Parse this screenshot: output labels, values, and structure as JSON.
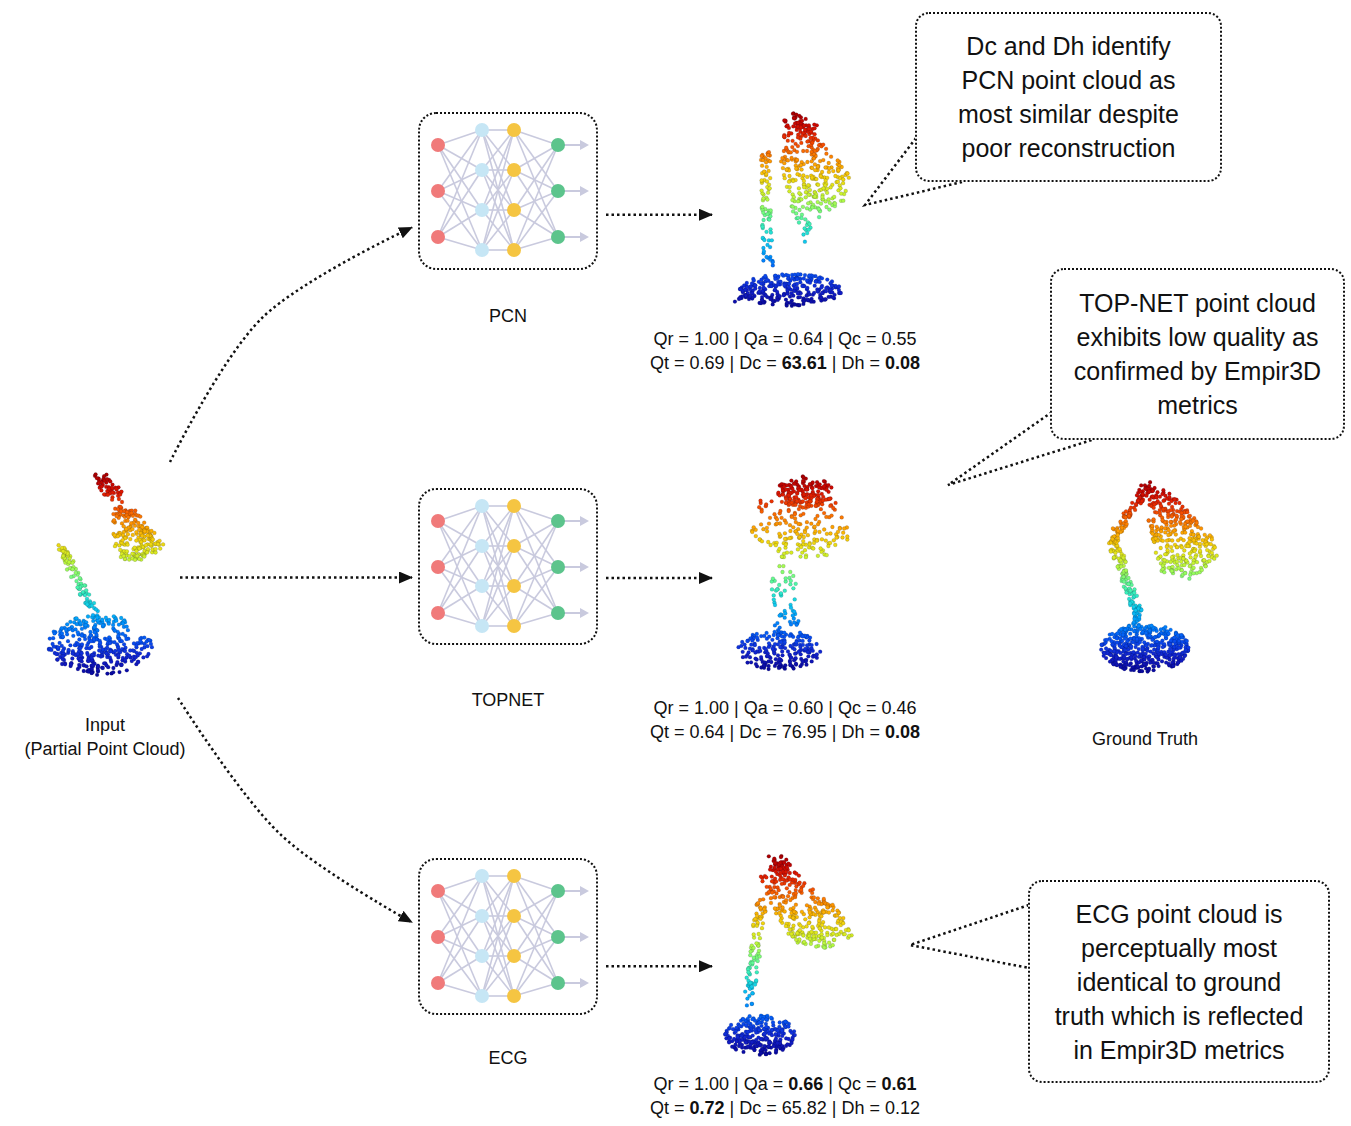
{
  "diagram": {
    "nodes": [
      {
        "text": [
          "Input (Partial Point Cloud)"
        ]
      },
      {
        "text": [
          "PCN"
        ]
      },
      {
        "text": [
          "Qr = 1.00 | Qa = 0.64 | Qc = 0.55",
          "Qt = 0.69 | Dc = 63.61 | Dh = 0.08"
        ]
      },
      {
        "text": [
          "Dc and Dh identify PCN point cloud as most similar despite poor reconstruction"
        ]
      },
      {
        "text": [
          "TOP-NET point cloud exhibits low quality as confirmed by Empir3D metrics"
        ]
      },
      {
        "text": [
          "TOPNET"
        ]
      },
      {
        "text": [
          "Qr = 1.00 | Qa = 0.60 | Qc = 0.46",
          "Qt = 0.64 | Dc = 76.95 | Dh = 0.08"
        ]
      },
      {
        "text": [
          "Ground Truth"
        ]
      },
      {
        "text": [
          "ECG"
        ]
      },
      {
        "text": [
          "Qr = 1.00 | Qa = 0.66 | Qc = 0.61",
          "Qt = 0.72 | Dc = 65.82 | Dh = 0.12"
        ]
      },
      {
        "text": [
          "ECG point cloud is perceptually most identical to ground truth which is reflected in Empir3D metrics"
        ]
      }
    ],
    "edges": [
      {
        "from": 0,
        "to": 1,
        "arrow": "to"
      },
      {
        "from": 0,
        "to": 5,
        "arrow": "to"
      },
      {
        "from": 0,
        "to": 8,
        "arrow": "to"
      },
      {
        "from": 1,
        "to": 2,
        "arrow": "to"
      },
      {
        "from": 5,
        "to": 6,
        "arrow": "to"
      },
      {
        "from": 8,
        "to": 9,
        "arrow": "to"
      }
    ]
  }
}
